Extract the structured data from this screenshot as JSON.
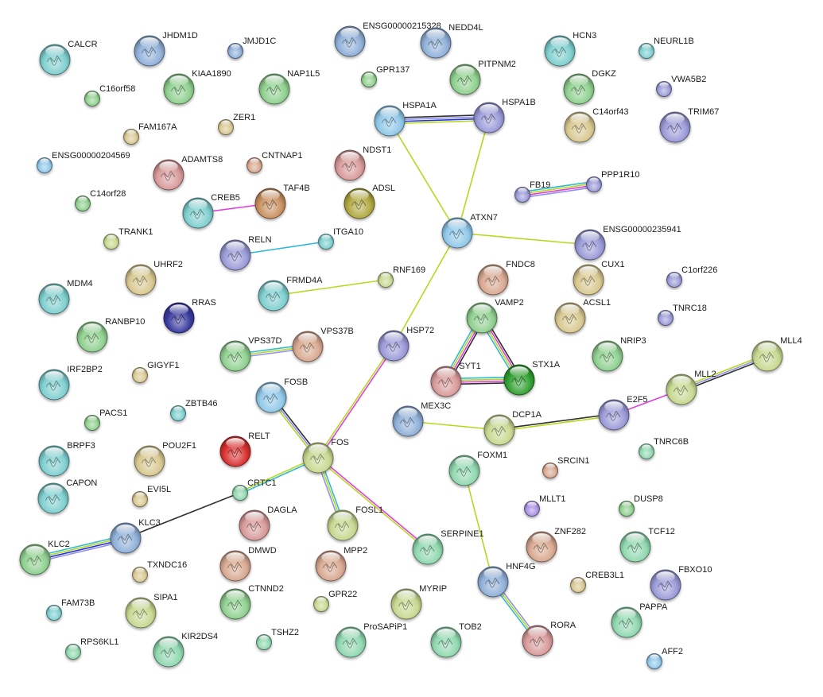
{
  "title": "Protein interaction network",
  "evidence_colors": {
    "experiments": "#e040e0",
    "databases": "#30b8d8",
    "textmining": "#b8d820",
    "coexpression": "#303030",
    "homology": "#9090f0",
    "neighborhood": "#2030e0"
  },
  "node_colors": {
    "teal": "#7fcfcf",
    "blue": "#8fb0d8",
    "green": "#8fd08f",
    "olive": "#c8d890",
    "tan": "#d8c890",
    "pink": "#d89a9a",
    "salmon": "#d8a890",
    "lavender": "#9a9ad8",
    "navy": "#3a3aa0",
    "mint": "#90d8b0",
    "sky": "#90c8e8",
    "khaki": "#b0a840",
    "red": "#d83030",
    "darkgreen": "#30a030",
    "purple": "#a890e0",
    "brown": "#c89060"
  },
  "nodes": [
    {
      "id": "CALCR",
      "label": "CALCR",
      "color": "teal",
      "size": "large",
      "structure": true
    },
    {
      "id": "JHDM1D",
      "label": "JHDM1D",
      "color": "blue",
      "size": "large",
      "structure": true
    },
    {
      "id": "JMJD1C",
      "label": "JMJD1C",
      "color": "blue",
      "size": "small",
      "structure": false
    },
    {
      "id": "ENSG00000215328",
      "label": "ENSG00000215328",
      "color": "blue",
      "size": "large",
      "structure": true
    },
    {
      "id": "NEDD4L",
      "label": "NEDD4L",
      "color": "blue",
      "size": "large",
      "structure": true
    },
    {
      "id": "HCN3",
      "label": "HCN3",
      "color": "teal",
      "size": "large",
      "structure": true
    },
    {
      "id": "NEURL1B",
      "label": "NEURL1B",
      "color": "teal",
      "size": "small",
      "structure": false
    },
    {
      "id": "KIAA1890",
      "label": "KIAA1890",
      "color": "green",
      "size": "large",
      "structure": true
    },
    {
      "id": "NAP1L5",
      "label": "NAP1L5",
      "color": "green",
      "size": "large",
      "structure": true
    },
    {
      "id": "GPR137",
      "label": "GPR137",
      "color": "green",
      "size": "small",
      "structure": false
    },
    {
      "id": "PITPNM2",
      "label": "PITPNM2",
      "color": "green",
      "size": "large",
      "structure": true
    },
    {
      "id": "DGKZ",
      "label": "DGKZ",
      "color": "green",
      "size": "large",
      "structure": true
    },
    {
      "id": "VWA5B2",
      "label": "VWA5B2",
      "color": "lavender",
      "size": "small",
      "structure": false
    },
    {
      "id": "C16orf58",
      "label": "C16orf58",
      "color": "green",
      "size": "small",
      "structure": false
    },
    {
      "id": "ZER1",
      "label": "ZER1",
      "color": "tan",
      "size": "small",
      "structure": false
    },
    {
      "id": "FAM167A",
      "label": "FAM167A",
      "color": "tan",
      "size": "small",
      "structure": false
    },
    {
      "id": "HSPA1A",
      "label": "HSPA1A",
      "color": "sky",
      "size": "large",
      "structure": true
    },
    {
      "id": "HSPA1B",
      "label": "HSPA1B",
      "color": "lavender",
      "size": "large",
      "structure": true
    },
    {
      "id": "C14orf43",
      "label": "C14orf43",
      "color": "tan",
      "size": "large",
      "structure": true
    },
    {
      "id": "TRIM67",
      "label": "TRIM67",
      "color": "lavender",
      "size": "large",
      "structure": true
    },
    {
      "id": "ENSG00000204569",
      "label": "ENSG00000204569",
      "color": "sky",
      "size": "small",
      "structure": false
    },
    {
      "id": "ADAMTS8",
      "label": "ADAMTS8",
      "color": "pink",
      "size": "large",
      "structure": true
    },
    {
      "id": "CNTNAP1",
      "label": "CNTNAP1",
      "color": "salmon",
      "size": "small",
      "structure": false
    },
    {
      "id": "NDST1",
      "label": "NDST1",
      "color": "pink",
      "size": "large",
      "structure": true
    },
    {
      "id": "C14orf28",
      "label": "C14orf28",
      "color": "green",
      "size": "small",
      "structure": false
    },
    {
      "id": "CREB5",
      "label": "CREB5",
      "color": "teal",
      "size": "large",
      "structure": true
    },
    {
      "id": "TAF4B",
      "label": "TAF4B",
      "color": "brown",
      "size": "large",
      "structure": true
    },
    {
      "id": "ADSL",
      "label": "ADSL",
      "color": "khaki",
      "size": "large",
      "structure": true
    },
    {
      "id": "FB19",
      "label": "FB19",
      "color": "lavender",
      "size": "small",
      "structure": false
    },
    {
      "id": "PPP1R10",
      "label": "PPP1R10",
      "color": "lavender",
      "size": "small",
      "structure": false
    },
    {
      "id": "TRANK1",
      "label": "TRANK1",
      "color": "olive",
      "size": "small",
      "structure": false
    },
    {
      "id": "RELN",
      "label": "RELN",
      "color": "lavender",
      "size": "large",
      "structure": true
    },
    {
      "id": "ITGA10",
      "label": "ITGA10",
      "color": "teal",
      "size": "small",
      "structure": false
    },
    {
      "id": "ATXN7",
      "label": "ATXN7",
      "color": "sky",
      "size": "large",
      "structure": true
    },
    {
      "id": "ENSG00000235941",
      "label": "ENSG00000235941",
      "color": "lavender",
      "size": "large",
      "structure": true
    },
    {
      "id": "UHRF2",
      "label": "UHRF2",
      "color": "tan",
      "size": "large",
      "structure": true
    },
    {
      "id": "RNF169",
      "label": "RNF169",
      "color": "olive",
      "size": "small",
      "structure": false
    },
    {
      "id": "FNDC8",
      "label": "FNDC8",
      "color": "salmon",
      "size": "large",
      "structure": true
    },
    {
      "id": "CUX1",
      "label": "CUX1",
      "color": "tan",
      "size": "large",
      "structure": true
    },
    {
      "id": "C1orf226",
      "label": "C1orf226",
      "color": "lavender",
      "size": "small",
      "structure": false
    },
    {
      "id": "MDM4",
      "label": "MDM4",
      "color": "teal",
      "size": "large",
      "structure": true
    },
    {
      "id": "FRMD4A",
      "label": "FRMD4A",
      "color": "teal",
      "size": "large",
      "structure": true
    },
    {
      "id": "RRAS",
      "label": "RRAS",
      "color": "navy",
      "size": "large",
      "structure": true
    },
    {
      "id": "VAMP2",
      "label": "VAMP2",
      "color": "green",
      "size": "large",
      "structure": true
    },
    {
      "id": "ACSL1",
      "label": "ACSL1",
      "color": "tan",
      "size": "large",
      "structure": true
    },
    {
      "id": "TNRC18",
      "label": "TNRC18",
      "color": "lavender",
      "size": "small",
      "structure": false
    },
    {
      "id": "RANBP10",
      "label": "RANBP10",
      "color": "green",
      "size": "large",
      "structure": true
    },
    {
      "id": "VPS37D",
      "label": "VPS37D",
      "color": "green",
      "size": "large",
      "structure": true
    },
    {
      "id": "VPS37B",
      "label": "VPS37B",
      "color": "salmon",
      "size": "large",
      "structure": true
    },
    {
      "id": "HSP72",
      "label": "HSP72",
      "color": "lavender",
      "size": "large",
      "structure": true
    },
    {
      "id": "NRIP3",
      "label": "NRIP3",
      "color": "green",
      "size": "large",
      "structure": true
    },
    {
      "id": "MLL4",
      "label": "MLL4",
      "color": "olive",
      "size": "large",
      "structure": true
    },
    {
      "id": "IRF2BP2",
      "label": "IRF2BP2",
      "color": "teal",
      "size": "large",
      "structure": true
    },
    {
      "id": "GIGYF1",
      "label": "GIGYF1",
      "color": "tan",
      "size": "small",
      "structure": false
    },
    {
      "id": "SYT1",
      "label": "SYT1",
      "color": "pink",
      "size": "large",
      "structure": true
    },
    {
      "id": "STX1A",
      "label": "STX1A",
      "color": "darkgreen",
      "size": "large",
      "structure": true
    },
    {
      "id": "MLL2",
      "label": "MLL2",
      "color": "olive",
      "size": "large",
      "structure": true
    },
    {
      "id": "FOSB",
      "label": "FOSB",
      "color": "sky",
      "size": "large",
      "structure": true
    },
    {
      "id": "ZBTB46",
      "label": "ZBTB46",
      "color": "teal",
      "size": "small",
      "structure": false
    },
    {
      "id": "PACS1",
      "label": "PACS1",
      "color": "green",
      "size": "small",
      "structure": false
    },
    {
      "id": "MEX3C",
      "label": "MEX3C",
      "color": "blue",
      "size": "large",
      "structure": true
    },
    {
      "id": "E2F5",
      "label": "E2F5",
      "color": "lavender",
      "size": "large",
      "structure": true
    },
    {
      "id": "DCP1A",
      "label": "DCP1A",
      "color": "olive",
      "size": "large",
      "structure": true
    },
    {
      "id": "BRPF3",
      "label": "BRPF3",
      "color": "teal",
      "size": "large",
      "structure": true
    },
    {
      "id": "POU2F1",
      "label": "POU2F1",
      "color": "tan",
      "size": "large",
      "structure": true
    },
    {
      "id": "RELT",
      "label": "RELT",
      "color": "red",
      "size": "large",
      "structure": true
    },
    {
      "id": "FOS",
      "label": "FOS",
      "color": "olive",
      "size": "large",
      "structure": true
    },
    {
      "id": "FOXM1",
      "label": "FOXM1",
      "color": "mint",
      "size": "large",
      "structure": true
    },
    {
      "id": "TNRC6B",
      "label": "TNRC6B",
      "color": "mint",
      "size": "small",
      "structure": false
    },
    {
      "id": "SRCIN1",
      "label": "SRCIN1",
      "color": "salmon",
      "size": "small",
      "structure": false
    },
    {
      "id": "CAPON",
      "label": "CAPON",
      "color": "teal",
      "size": "large",
      "structure": true
    },
    {
      "id": "EVI5L",
      "label": "EVI5L",
      "color": "tan",
      "size": "small",
      "structure": false
    },
    {
      "id": "CRTC1",
      "label": "CRTC1",
      "color": "mint",
      "size": "small",
      "structure": false
    },
    {
      "id": "MLLT1",
      "label": "MLLT1",
      "color": "purple",
      "size": "small",
      "structure": false
    },
    {
      "id": "DUSP8",
      "label": "DUSP8",
      "color": "green",
      "size": "small",
      "structure": false
    },
    {
      "id": "DAGLA",
      "label": "DAGLA",
      "color": "pink",
      "size": "large",
      "structure": true
    },
    {
      "id": "FOSL1",
      "label": "FOSL1",
      "color": "olive",
      "size": "large",
      "structure": true
    },
    {
      "id": "KLC3",
      "label": "KLC3",
      "color": "blue",
      "size": "large",
      "structure": true
    },
    {
      "id": "SERPINE1",
      "label": "SERPINE1",
      "color": "mint",
      "size": "large",
      "structure": true
    },
    {
      "id": "ZNF282",
      "label": "ZNF282",
      "color": "salmon",
      "size": "large",
      "structure": true
    },
    {
      "id": "TCF12",
      "label": "TCF12",
      "color": "mint",
      "size": "large",
      "structure": true
    },
    {
      "id": "KLC2",
      "label": "KLC2",
      "color": "green",
      "size": "large",
      "structure": true
    },
    {
      "id": "DMWD",
      "label": "DMWD",
      "color": "salmon",
      "size": "large",
      "structure": true
    },
    {
      "id": "MPP2",
      "label": "MPP2",
      "color": "salmon",
      "size": "large",
      "structure": true
    },
    {
      "id": "HNF4G",
      "label": "HNF4G",
      "color": "blue",
      "size": "large",
      "structure": true
    },
    {
      "id": "TXNDC16",
      "label": "TXNDC16",
      "color": "tan",
      "size": "small",
      "structure": false
    },
    {
      "id": "CREB3L1",
      "label": "CREB3L1",
      "color": "tan",
      "size": "small",
      "structure": false
    },
    {
      "id": "FBXO10",
      "label": "FBXO10",
      "color": "lavender",
      "size": "large",
      "structure": true
    },
    {
      "id": "FAM73B",
      "label": "FAM73B",
      "color": "teal",
      "size": "small",
      "structure": false
    },
    {
      "id": "SIPA1",
      "label": "SIPA1",
      "color": "olive",
      "size": "large",
      "structure": true
    },
    {
      "id": "CTNND2",
      "label": "CTNND2",
      "color": "green",
      "size": "large",
      "structure": true
    },
    {
      "id": "GPR22",
      "label": "GPR22",
      "color": "olive",
      "size": "small",
      "structure": false
    },
    {
      "id": "MYRIP",
      "label": "MYRIP",
      "color": "olive",
      "size": "large",
      "structure": true
    },
    {
      "id": "PAPPA",
      "label": "PAPPA",
      "color": "mint",
      "size": "large",
      "structure": true
    },
    {
      "id": "RORA",
      "label": "RORA",
      "color": "pink",
      "size": "large",
      "structure": true
    },
    {
      "id": "RPS6KL1",
      "label": "RPS6KL1",
      "color": "mint",
      "size": "small",
      "structure": false
    },
    {
      "id": "KIR2DS4",
      "label": "KIR2DS4",
      "color": "mint",
      "size": "large",
      "structure": true
    },
    {
      "id": "TSHZ2",
      "label": "TSHZ2",
      "color": "mint",
      "size": "small",
      "structure": false
    },
    {
      "id": "ProSAPiP1",
      "label": "ProSAPiP1",
      "color": "mint",
      "size": "large",
      "structure": true
    },
    {
      "id": "TOB2",
      "label": "TOB2",
      "color": "mint",
      "size": "large",
      "structure": true
    },
    {
      "id": "AFF2",
      "label": "AFF2",
      "color": "sky",
      "size": "small",
      "structure": false
    }
  ],
  "edges": [
    {
      "source": "HSPA1A",
      "target": "HSPA1B",
      "evidence": [
        "coexpression",
        "homology",
        "neighborhood",
        "textmining"
      ]
    },
    {
      "source": "HSPA1A",
      "target": "ATXN7",
      "evidence": [
        "textmining"
      ]
    },
    {
      "source": "HSPA1B",
      "target": "ATXN7",
      "evidence": [
        "textmining"
      ]
    },
    {
      "source": "ATXN7",
      "target": "ENSG00000235941",
      "evidence": [
        "textmining"
      ]
    },
    {
      "source": "ATXN7",
      "target": "HSP72",
      "evidence": [
        "textmining"
      ]
    },
    {
      "source": "FB19",
      "target": "PPP1R10",
      "evidence": [
        "databases",
        "textmining",
        "experiments",
        "homology"
      ]
    },
    {
      "source": "CREB5",
      "target": "TAF4B",
      "evidence": [
        "experiments"
      ]
    },
    {
      "source": "RELN",
      "target": "ITGA10",
      "evidence": [
        "databases"
      ]
    },
    {
      "source": "FRMD4A",
      "target": "RNF169",
      "evidence": [
        "textmining"
      ]
    },
    {
      "source": "VPS37D",
      "target": "VPS37B",
      "evidence": [
        "databases",
        "textmining",
        "homology"
      ]
    },
    {
      "source": "HSP72",
      "target": "FOS",
      "evidence": [
        "experiments",
        "textmining"
      ]
    },
    {
      "source": "VAMP2",
      "target": "SYT1",
      "evidence": [
        "coexpression",
        "experiments",
        "textmining",
        "databases"
      ]
    },
    {
      "source": "VAMP2",
      "target": "STX1A",
      "evidence": [
        "coexpression",
        "experiments",
        "textmining",
        "databases"
      ]
    },
    {
      "source": "SYT1",
      "target": "STX1A",
      "evidence": [
        "databases",
        "textmining",
        "experiments",
        "coexpression"
      ]
    },
    {
      "source": "FOSB",
      "target": "FOS",
      "evidence": [
        "coexpression",
        "homology",
        "textmining"
      ]
    },
    {
      "source": "FOS",
      "target": "CRTC1",
      "evidence": [
        "databases",
        "textmining"
      ]
    },
    {
      "source": "FOS",
      "target": "FOSL1",
      "evidence": [
        "databases",
        "textmining",
        "homology"
      ]
    },
    {
      "source": "FOS",
      "target": "SERPINE1",
      "evidence": [
        "experiments",
        "textmining"
      ]
    },
    {
      "source": "CRTC1",
      "target": "KLC3",
      "evidence": [
        "coexpression"
      ]
    },
    {
      "source": "KLC3",
      "target": "KLC2",
      "evidence": [
        "homology",
        "neighborhood",
        "textmining",
        "databases"
      ]
    },
    {
      "source": "MEX3C",
      "target": "DCP1A",
      "evidence": [
        "textmining"
      ]
    },
    {
      "source": "DCP1A",
      "target": "E2F5",
      "evidence": [
        "coexpression",
        "textmining"
      ]
    },
    {
      "source": "E2F5",
      "target": "MLL2",
      "evidence": [
        "experiments"
      ]
    },
    {
      "source": "MLL2",
      "target": "MLL4",
      "evidence": [
        "textmining",
        "homology",
        "coexpression"
      ]
    },
    {
      "source": "FOXM1",
      "target": "HNF4G",
      "evidence": [
        "textmining"
      ]
    },
    {
      "source": "HNF4G",
      "target": "RORA",
      "evidence": [
        "homology",
        "textmining",
        "databases"
      ]
    }
  ]
}
